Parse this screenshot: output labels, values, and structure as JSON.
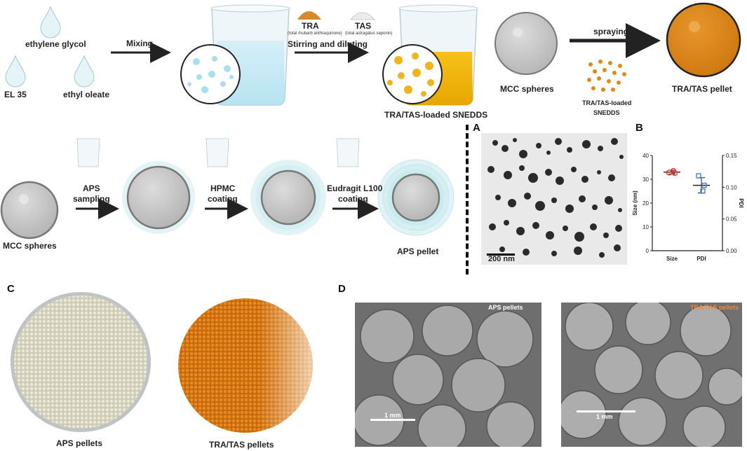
{
  "top": {
    "droplets": {
      "ethylene_glycol": "ethylene glycol",
      "el35": "EL 35",
      "ethyl_oleate": "ethyl oleate"
    },
    "mixing": "Mixing",
    "tra": "TRA",
    "tra_full": "(total rhubarb anthraquinone)",
    "tas": "TAS",
    "tas_full": "(total astragalus saponin)",
    "stirring": "Stirring and diluting",
    "snedds_label": "TRA/TAS-loaded SNEDDS",
    "mcc_spheres": "MCC spheres",
    "spraying": "spraying",
    "snedds_small": "TRA/TAS-loaded",
    "snedds_small2": "SNEDDS",
    "pellet": "TRA/TAS pellet"
  },
  "middle": {
    "mcc_spheres": "MCC spheres",
    "aps_step": "APS",
    "aps_step2": "sampling",
    "hpmc_step": "HPMC",
    "hpmc_step2": "coating",
    "eudragit_step": "Eudragit L100",
    "eudragit_step2": "coating",
    "aps_pellet": "APS pellet"
  },
  "panel_a": {
    "label": "A",
    "scale": "200 nm"
  },
  "panel_b": {
    "label": "B"
  },
  "panel_c": {
    "label": "C",
    "left_caption": "APS pellets",
    "right_caption": "TRA/TAS pellets"
  },
  "panel_d": {
    "label": "D",
    "left_tag": "APS pellets",
    "right_tag": "TRA/TAS pellets",
    "scale_left": "1 mm",
    "scale_right": "1 mm"
  },
  "chart_data": {
    "type": "scatter",
    "categories": [
      "Size",
      "PDI"
    ],
    "ylabel_left": "Size (nm)",
    "ylabel_right": "PDI",
    "ylim_left": [
      0,
      40
    ],
    "ylim_right": [
      0,
      0.15
    ],
    "left_ticks": [
      "0",
      "10",
      "20",
      "30",
      "40"
    ],
    "right_ticks": [
      "0.00",
      "0.05",
      "0.10",
      "0.15"
    ],
    "series": [
      {
        "category": "Size",
        "axis": "left",
        "values": [
          32.8,
          33.5,
          32.6
        ],
        "mean": 33.0,
        "sd": 0.8,
        "color": "#e03a2f"
      },
      {
        "category": "PDI",
        "axis": "right",
        "values": [
          0.118,
          0.094,
          0.103
        ],
        "mean": 0.103,
        "sd": 0.012,
        "color": "#4a82c4"
      }
    ]
  }
}
